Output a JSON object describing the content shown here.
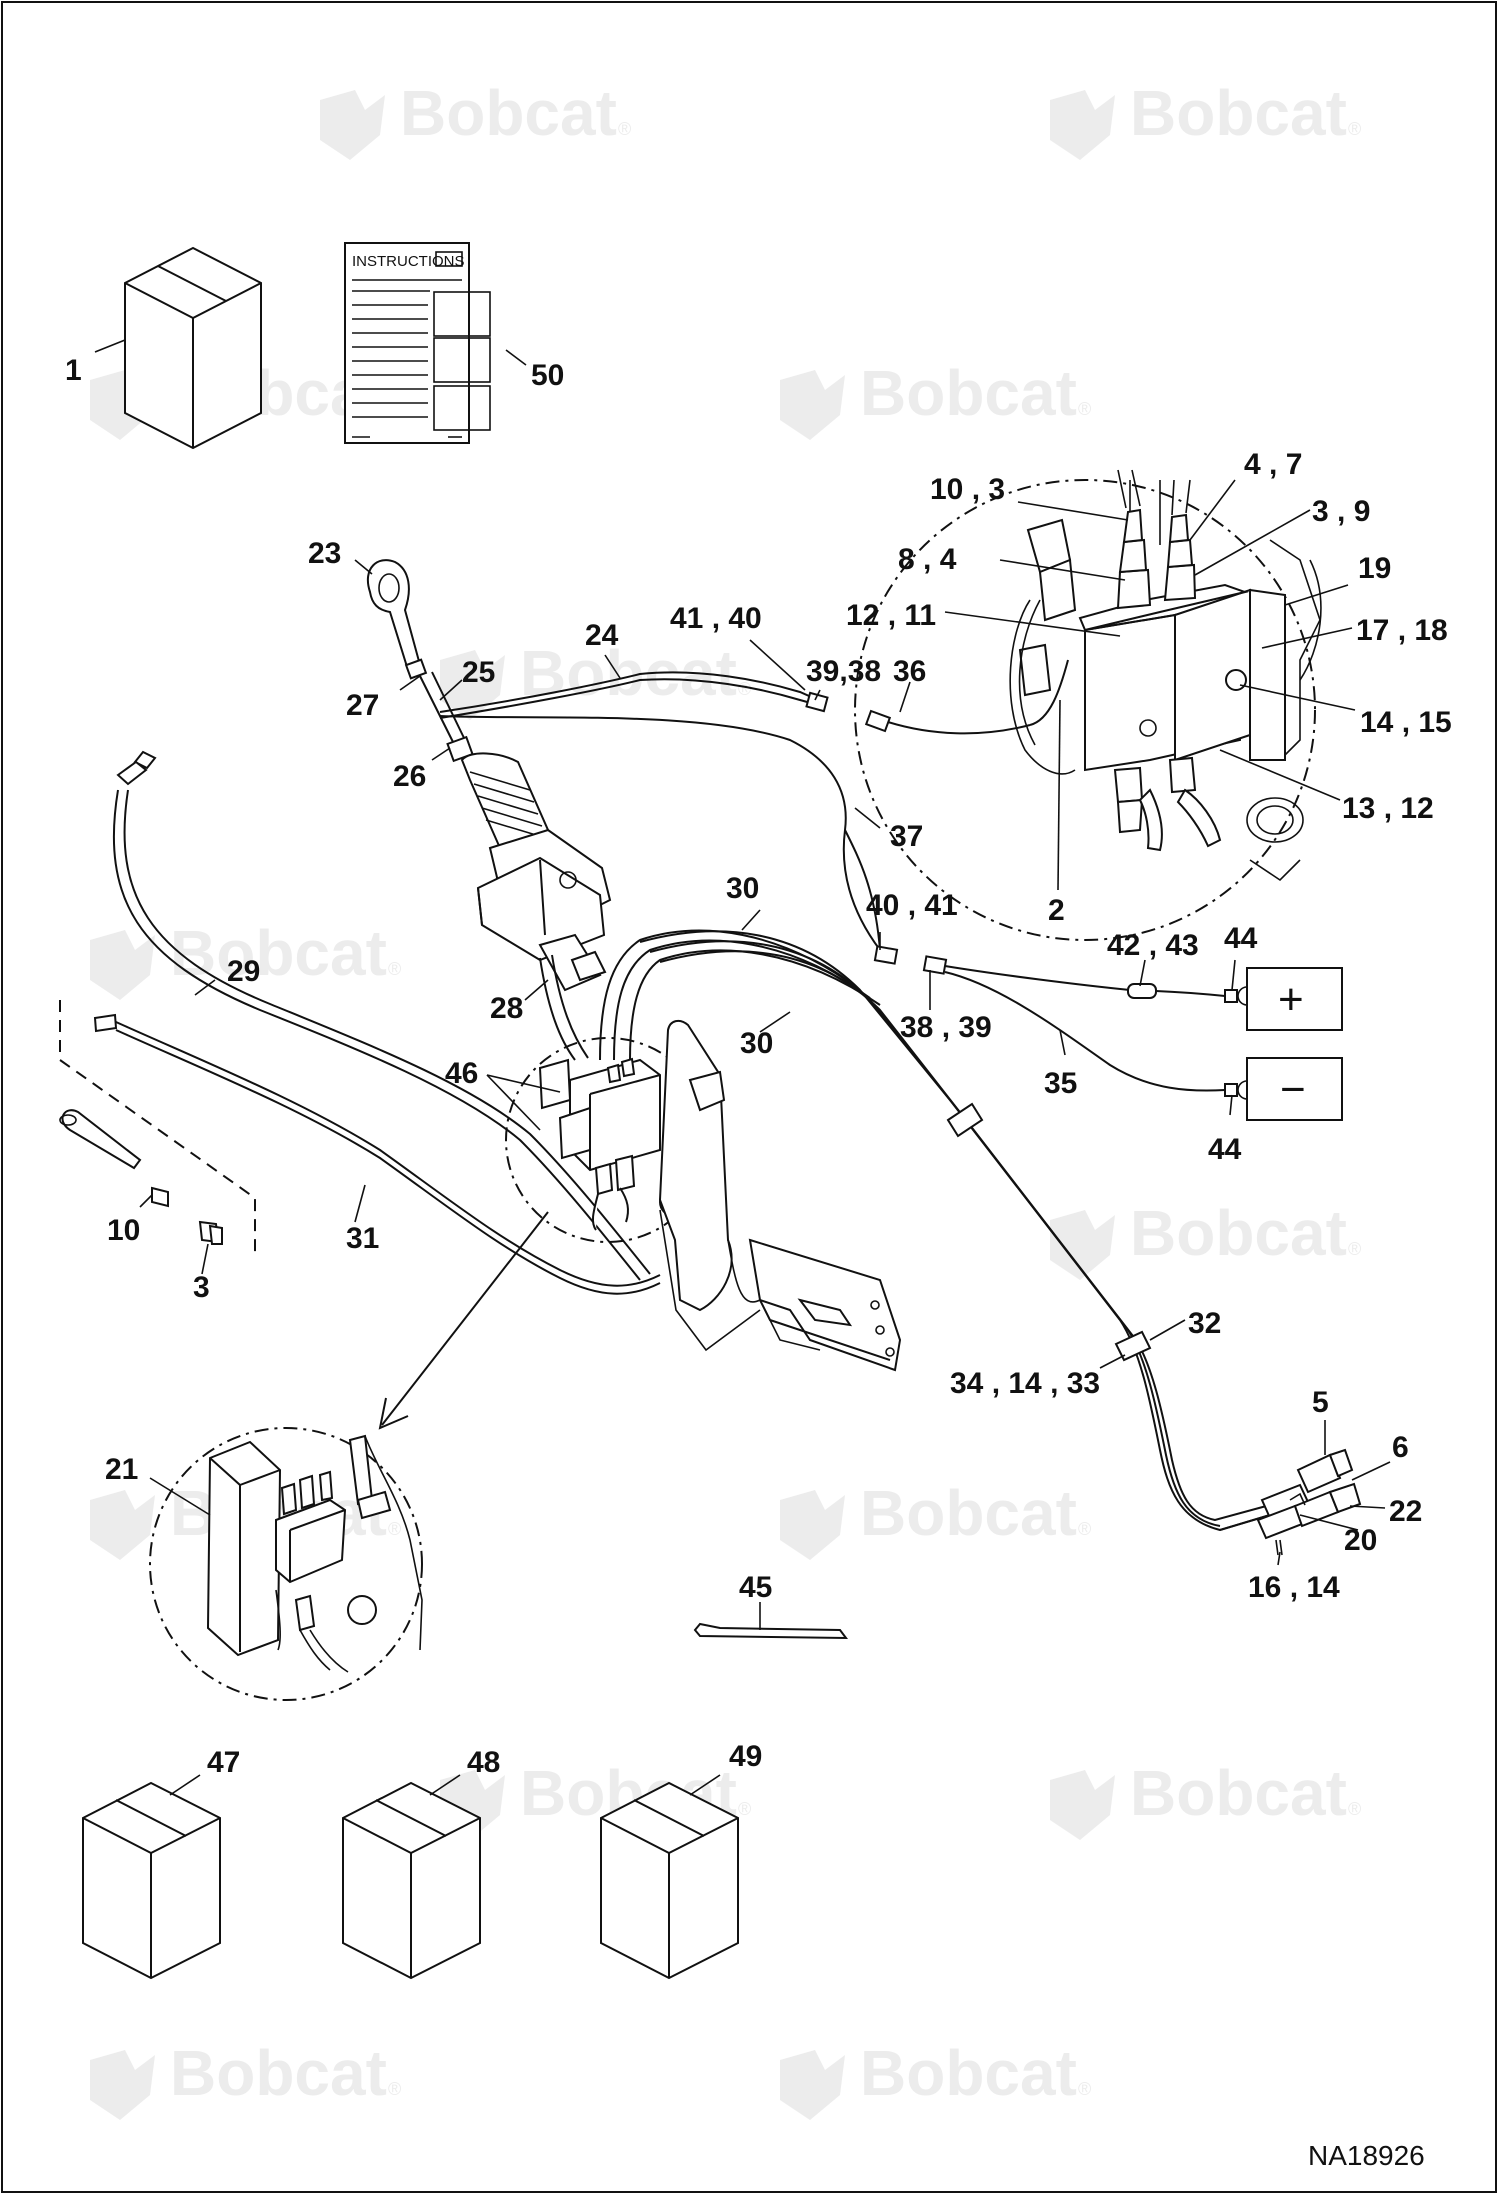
{
  "watermark": {
    "brand": "Bobcat",
    "reg": "®"
  },
  "document": {
    "instructions_label": "INSTRUCTIONS",
    "drawing_id": "NA18926"
  },
  "battery": {
    "positive": "+",
    "negative": "−"
  },
  "callouts": [
    "1",
    "50",
    "23",
    "24",
    "41 , 40",
    "39,38",
    "36",
    "25",
    "27",
    "26",
    "10 , 3",
    "4 , 7",
    "3 , 9",
    "8 , 4",
    "19",
    "12 , 11",
    "17 , 18",
    "14 , 15",
    "13 , 12",
    "2",
    "37",
    "40 , 41",
    "30",
    "30",
    "42 , 43",
    "44",
    "38 , 39",
    "35",
    "44",
    "29",
    "28",
    "46",
    "10",
    "3",
    "31",
    "32",
    "34 , 14 , 33",
    "5",
    "6",
    "22",
    "20",
    "16 , 14",
    "21",
    "45",
    "47",
    "48",
    "49"
  ]
}
